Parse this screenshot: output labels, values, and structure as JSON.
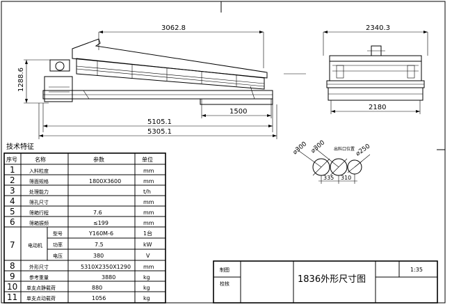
{
  "dimensions": {
    "overall_height": "1288.6",
    "hopper_span": "3062.8",
    "lower_span": "1500",
    "frame_length": "5105.1",
    "overall_length": "5305.1",
    "side_width": "2340.3",
    "side_base_width": "2180"
  },
  "detail": {
    "dia1": "⌀300",
    "dia2": "⌀300",
    "dia3": "⌀250",
    "note": "出料口位置",
    "pitch1": "335",
    "pitch2": "310"
  },
  "tech_table": {
    "title": "技术特征",
    "headers": [
      "序号",
      "名称",
      "参数",
      "单位"
    ],
    "rows": [
      {
        "no": "1",
        "name": "入料粒度",
        "value": "",
        "unit": "mm"
      },
      {
        "no": "2",
        "name": "筛面规格",
        "value": "1800X3600",
        "unit": "mm"
      },
      {
        "no": "3",
        "name": "处理能力",
        "value": "",
        "unit": "t/h"
      },
      {
        "no": "4",
        "name": "筛孔尺寸",
        "value": "",
        "unit": "mm"
      },
      {
        "no": "5",
        "name": "筛箱行程",
        "value": "7.6",
        "unit": "mm"
      },
      {
        "no": "6",
        "name": "筛箱振频",
        "value": "≤199",
        "unit": "mm"
      },
      {
        "no": "8",
        "name": "外形尺寸",
        "value": "5310X2350X1290",
        "unit": "mm"
      },
      {
        "no": "9",
        "name": "参考重量",
        "value": "3880",
        "unit": "kg"
      },
      {
        "no": "10",
        "name": "单支点静载荷",
        "value": "880",
        "unit": "kg"
      },
      {
        "no": "11",
        "name": "单支点动载荷",
        "value": "1056",
        "unit": "kg"
      }
    ],
    "motor": {
      "no": "7",
      "name": "电动机",
      "subrows": [
        {
          "label": "型号",
          "value": "Y160M-6",
          "unit": "1台"
        },
        {
          "label": "功率",
          "value": "7.5",
          "unit": "kW"
        },
        {
          "label": "电压",
          "value": "380",
          "unit": "V"
        }
      ]
    }
  },
  "title_block": {
    "drawn": "制图",
    "checked": "校核",
    "drawing_title": "1836外形尺寸图",
    "scale": "1:35"
  }
}
